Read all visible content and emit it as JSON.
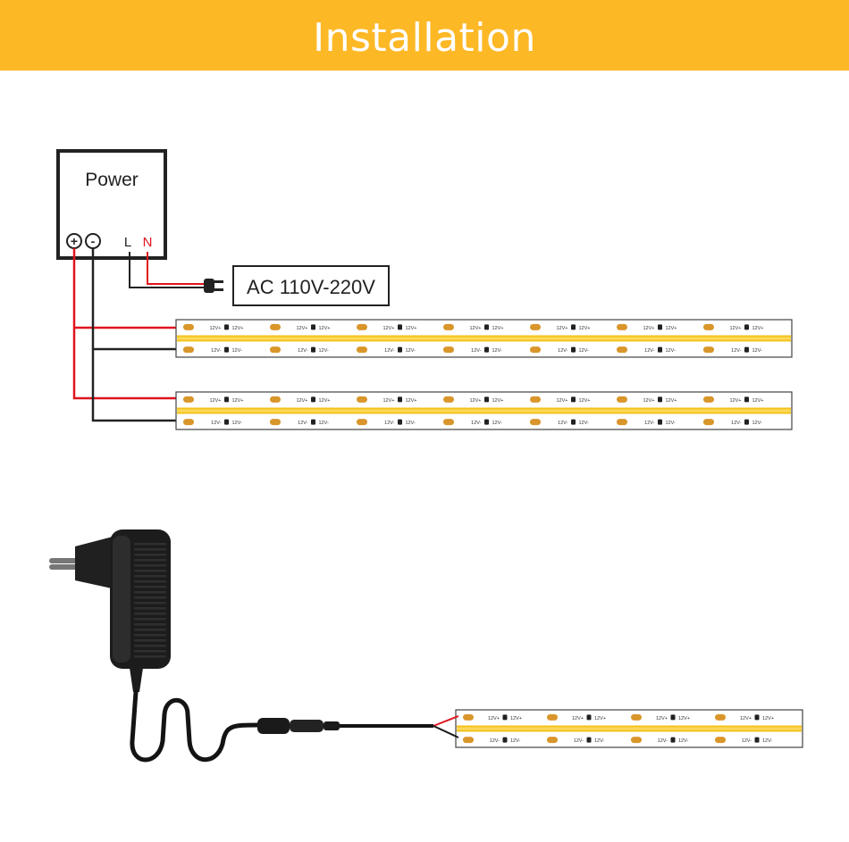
{
  "header": {
    "title": "Installation"
  },
  "colors": {
    "accent": "#fdb826",
    "wire_positive": "#e0141e",
    "wire_negative": "#1a1a1a",
    "strip_glow": "#f5c21a",
    "pad": "#d9962b"
  },
  "power_box": {
    "label": "Power",
    "terminal_plus": "+",
    "terminal_minus": "-",
    "terminal_l": "L",
    "terminal_n": "N"
  },
  "mains": {
    "label": "AC 110V-220V"
  },
  "strip_markings": {
    "positive": "12V+",
    "negative": "12V-"
  },
  "icons": [
    "power-plug-icon",
    "power-adapter-icon",
    "dc-connector-icon"
  ]
}
